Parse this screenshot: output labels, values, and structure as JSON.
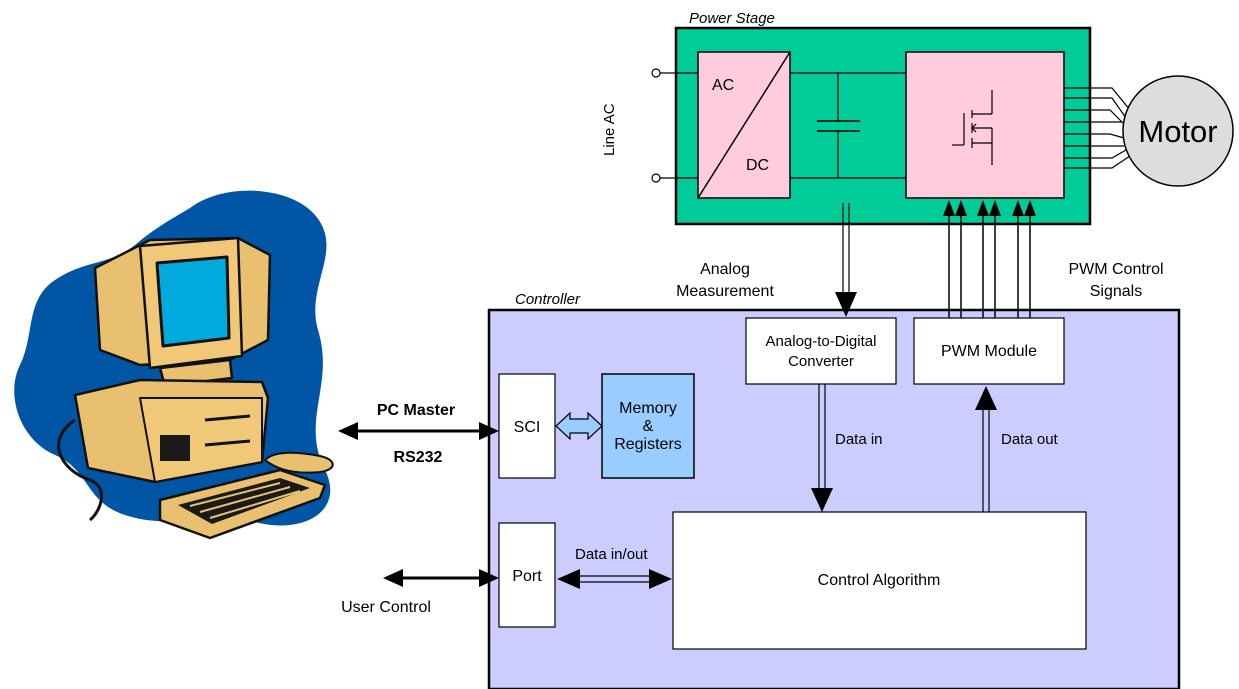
{
  "power_stage": {
    "title": "Power Stage",
    "line_ac": "Line AC",
    "converter_ac": "AC",
    "converter_dc": "DC",
    "motor": "Motor"
  },
  "controller": {
    "title": "Controller",
    "adc_line1": "Analog-to-Digital",
    "adc_line2": "Converter",
    "pwm_module": "PWM Module",
    "sci": "SCI",
    "memory_line1": "Memory",
    "memory_line2": "&",
    "memory_line3": "Registers",
    "port": "Port",
    "control_algorithm": "Control Algorithm",
    "data_in": "Data in",
    "data_out": "Data out",
    "data_in_out": "Data in/out"
  },
  "labels": {
    "analog_line1": "Analog",
    "analog_line2": "Measurement",
    "pwm_signals_line1": "PWM Control",
    "pwm_signals_line2": "Signals",
    "pc_master": "PC Master",
    "rs232": "RS232",
    "user_control": "User Control"
  },
  "icons": {
    "computer": "computer-icon",
    "mosfet": "mosfet-icon",
    "capacitor": "capacitor-icon"
  },
  "colors": {
    "power_stage_fill": "#00cc99",
    "converter_fill": "#ffccdd",
    "controller_fill": "#ccccff",
    "memory_fill": "#99ccff",
    "motor_fill": "#dddddd",
    "computer_blob": "#0055a5",
    "computer_body": "#e8c070",
    "computer_screen": "#00aadd"
  }
}
